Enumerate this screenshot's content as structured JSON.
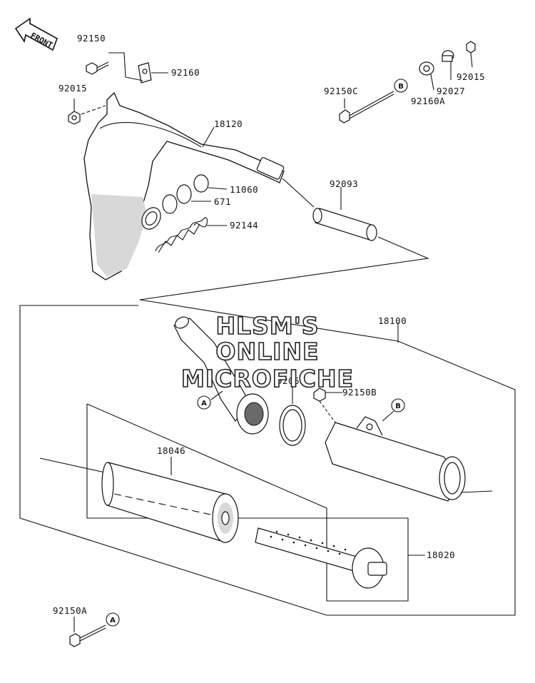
{
  "front_label": "FRONT",
  "watermark": [
    "HLSM'S",
    "ONLINE",
    "MICROFICHE"
  ],
  "part_labels": {
    "p92150": "92150",
    "p92160": "92160",
    "p92015_left": "92015",
    "p18120": "18120",
    "p11060": "11060",
    "p671": "671",
    "p92144": "92144",
    "p92093": "92093",
    "p92150C": "92150C",
    "p92027": "92027",
    "p92160A": "92160A",
    "p92015_right": "92015",
    "p18100": "18100",
    "p92055": "92055",
    "p92150B": "92150B",
    "p18046": "18046",
    "p18020": "18020",
    "p92150A": "92150A"
  },
  "reference_markers": {
    "b_top": "B",
    "a_pipe": "A",
    "b_muffler": "B",
    "a_bottom": "A"
  }
}
